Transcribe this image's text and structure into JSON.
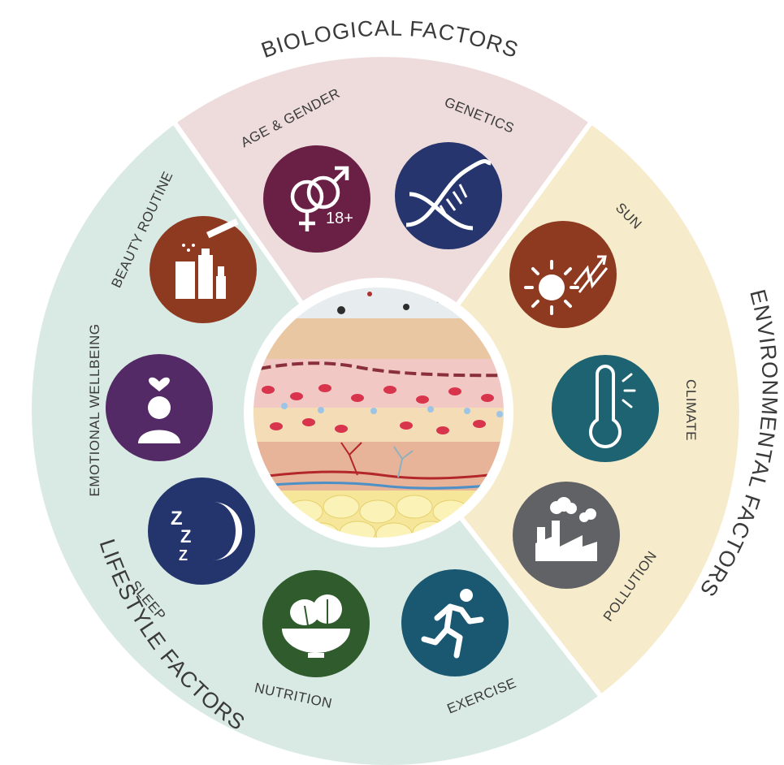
{
  "sections": {
    "biological": {
      "title": "BIOLOGICAL FACTORS",
      "color": "#eedcdc"
    },
    "environmental": {
      "title": "ENVIRONMENTAL FACTORS",
      "color": "#f6ebcb"
    },
    "lifestyle": {
      "title": "LIFESTYLE FACTORS",
      "color": "#d9eae4"
    }
  },
  "factors": [
    {
      "id": "age-gender",
      "label": "AGE & GENDER",
      "section": "biological",
      "icon": "gender-18-plus-icon",
      "color": "#6a1f45",
      "badge": "18+"
    },
    {
      "id": "genetics",
      "label": "GENETICS",
      "section": "biological",
      "icon": "dna-icon",
      "color": "#26356d"
    },
    {
      "id": "sun",
      "label": "SUN",
      "section": "environmental",
      "icon": "sun-icon",
      "color": "#8e3a21"
    },
    {
      "id": "climate",
      "label": "CLIMATE",
      "section": "environmental",
      "icon": "thermometer-icon",
      "color": "#1d6372"
    },
    {
      "id": "pollution",
      "label": "POLLUTION",
      "section": "environmental",
      "icon": "factory-icon",
      "color": "#616266"
    },
    {
      "id": "exercise",
      "label": "EXERCISE",
      "section": "lifestyle",
      "icon": "runner-icon",
      "color": "#1a5872"
    },
    {
      "id": "nutrition",
      "label": "NUTRITION",
      "section": "lifestyle",
      "icon": "salad-bowl-icon",
      "color": "#2f5b2d"
    },
    {
      "id": "sleep",
      "label": "SLEEP",
      "section": "lifestyle",
      "icon": "sleep-moon-icon",
      "color": "#24346d"
    },
    {
      "id": "emotional-wellbeing",
      "label": "EMOTIONAL WELLBEING",
      "section": "lifestyle",
      "icon": "person-heart-icon",
      "color": "#542a66"
    },
    {
      "id": "beauty-routine",
      "label": "BEAUTY ROUTINE",
      "section": "lifestyle",
      "icon": "cosmetics-icon",
      "color": "#8e3a21"
    }
  ],
  "center_image": {
    "icon": "skin-cross-section-icon"
  }
}
